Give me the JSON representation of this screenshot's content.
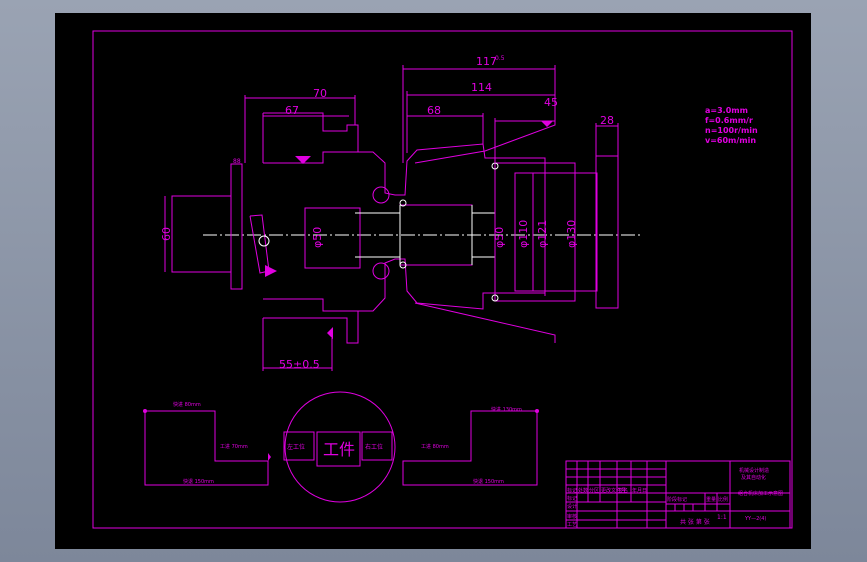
{
  "dimensions": {
    "d117": "117",
    "d117_tol": "0.5",
    "d114": "114",
    "d70": "70",
    "d68": "68",
    "d67": "67",
    "d45": "45",
    "d28": "28",
    "d60": "60",
    "d55": "55±0.5",
    "d_small_left": "88",
    "phi50_a": "φ50",
    "phi50_b": "φ50",
    "phi110": "φ110",
    "phi121": "φ121",
    "phi130": "φ130"
  },
  "cutting_params": {
    "ap": "a=3.0mm",
    "f": "f=0.6mm/r",
    "n": "n=100r/min",
    "v": "v=60m/min"
  },
  "station": {
    "left_label": "左工位",
    "center_label": "工件",
    "right_label": "右工位"
  },
  "cycle_left": {
    "rapid_in": "快进 80mm",
    "work_feed": "工进 70mm",
    "rapid_back": "快退 150mm"
  },
  "cycle_right": {
    "rapid_in": "快进 130mm",
    "work_feed": "工进 80mm",
    "rapid_back": "快退 150mm"
  },
  "title_block": {
    "school_line1": "机械设计制造",
    "school_line2": "及其自动化",
    "drawing_name": "组合机床加工示意图",
    "drawing_no": "YY—2(4)",
    "scale": "1:1",
    "sheets": "共 张  第 张",
    "row_labels": [
      "标记",
      "设计",
      "审核",
      "工艺"
    ],
    "header_cells": [
      "标记",
      "处数",
      "分区",
      "更改文件号",
      "签名",
      "年月日"
    ],
    "mid_cells": [
      "阶段标记",
      "重量",
      "比例"
    ]
  }
}
